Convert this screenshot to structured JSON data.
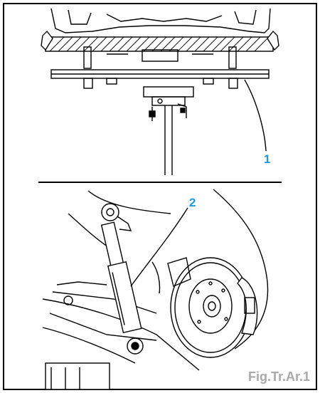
{
  "figure": {
    "callouts": [
      {
        "label": "1",
        "color": "#1e9be0"
      },
      {
        "label": "2",
        "color": "#1e9be0"
      }
    ],
    "caption": "Fig.Tr.Ar.1",
    "caption_color": "#a9a9a9",
    "frame_color": "#000000"
  }
}
